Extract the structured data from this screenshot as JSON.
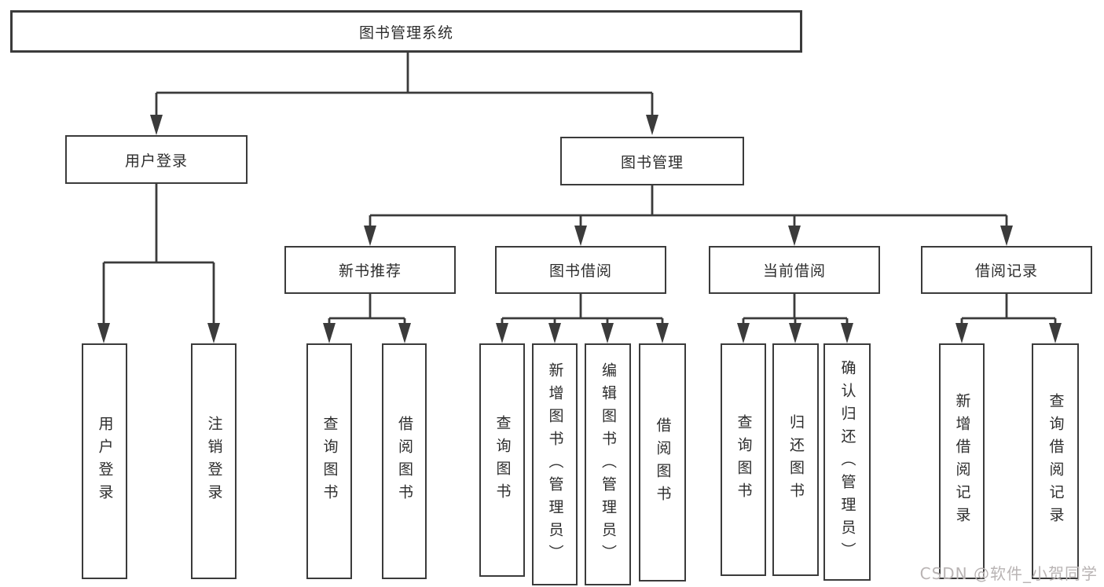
{
  "colors": {
    "line": "#3b3b3b",
    "box_border": "#3b3b3b",
    "box_fill": "#ffffff",
    "text": "#2d2d2d",
    "watermark": "#b9b4b4",
    "background": "#ffffff"
  },
  "watermark": {
    "text": "CSDN @软件_小贺同学"
  },
  "tree": {
    "label": "图书管理系统",
    "children": [
      {
        "label": "用户登录",
        "children": [
          {
            "label": "用户登录"
          },
          {
            "label": "注销登录"
          }
        ]
      },
      {
        "label": "图书管理",
        "children": [
          {
            "label": "新书推荐",
            "children": [
              {
                "label": "查询图书"
              },
              {
                "label": "借阅图书"
              }
            ]
          },
          {
            "label": "图书借阅",
            "children": [
              {
                "label": "查询图书"
              },
              {
                "label": "新增图书（管理员）"
              },
              {
                "label": "编辑图书（管理员）"
              },
              {
                "label": "借阅图书"
              }
            ]
          },
          {
            "label": "当前借阅",
            "children": [
              {
                "label": "查询图书"
              },
              {
                "label": "归还图书"
              },
              {
                "label": "确认归还（管理员）"
              }
            ]
          },
          {
            "label": "借阅记录",
            "children": [
              {
                "label": "新增借阅记录"
              },
              {
                "label": "查询借阅记录"
              }
            ]
          }
        ]
      }
    ]
  }
}
